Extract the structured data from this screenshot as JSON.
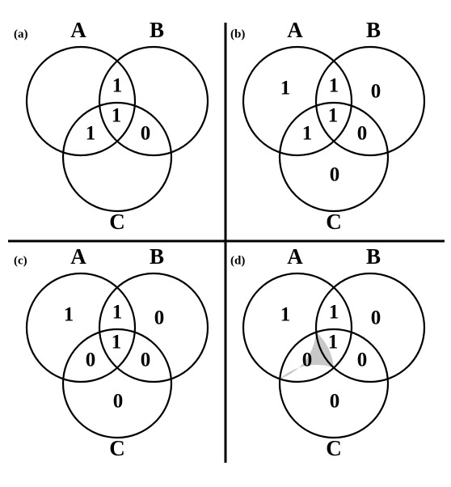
{
  "colors": {
    "line": "#000000",
    "shade": "#c8c8c8",
    "background": "#ffffff"
  },
  "panels": [
    {
      "id": "a",
      "label": "(a)",
      "sets": {
        "A": "A",
        "B": "B",
        "C": "C"
      },
      "regions": {
        "A_only": "",
        "B_only": "",
        "C_only": "",
        "AB": "1",
        "ABC": "1",
        "AC": "1",
        "BC": "0"
      },
      "shaded": ""
    },
    {
      "id": "b",
      "label": "(b)",
      "sets": {
        "A": "A",
        "B": "B",
        "C": "C"
      },
      "regions": {
        "A_only": "1",
        "B_only": "0",
        "C_only": "0",
        "AB": "1",
        "ABC": "1",
        "AC": "1",
        "BC": "0"
      },
      "shaded": ""
    },
    {
      "id": "c",
      "label": "(c)",
      "sets": {
        "A": "A",
        "B": "B",
        "C": "C"
      },
      "regions": {
        "A_only": "1",
        "B_only": "0",
        "C_only": "0",
        "AB": "1",
        "ABC": "1",
        "AC": "0",
        "BC": "0"
      },
      "shaded": ""
    },
    {
      "id": "d",
      "label": "(d)",
      "sets": {
        "A": "A",
        "B": "B",
        "C": "C"
      },
      "regions": {
        "A_only": "1",
        "B_only": "0",
        "C_only": "0",
        "AB": "1",
        "ABC": "1",
        "AC": "0",
        "BC": "0"
      },
      "shaded": "AC"
    }
  ]
}
